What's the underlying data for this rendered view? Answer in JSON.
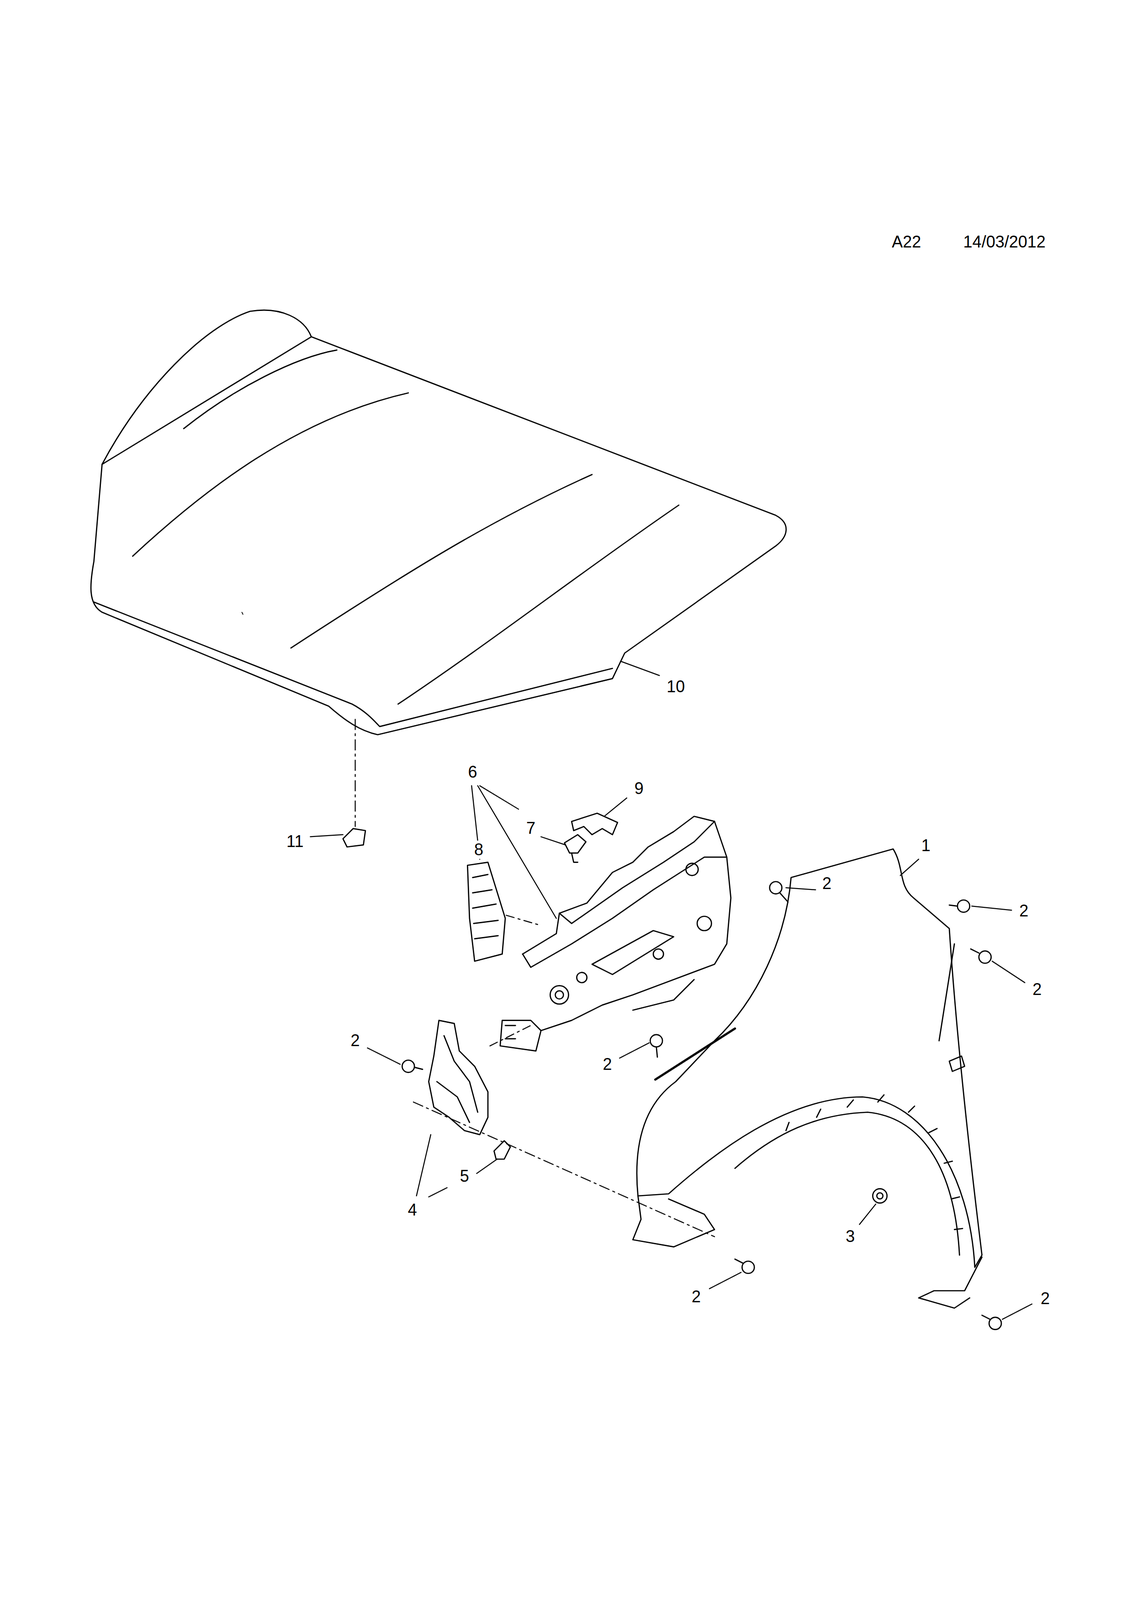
{
  "diagram": {
    "labels": [
      "A22",
      "14/03/2012",
      "10",
      "6",
      "9",
      "7",
      "1",
      "11",
      "8",
      "2",
      "2",
      "2",
      "2",
      "2",
      "5",
      "4",
      "3",
      "2",
      "2"
    ]
  }
}
